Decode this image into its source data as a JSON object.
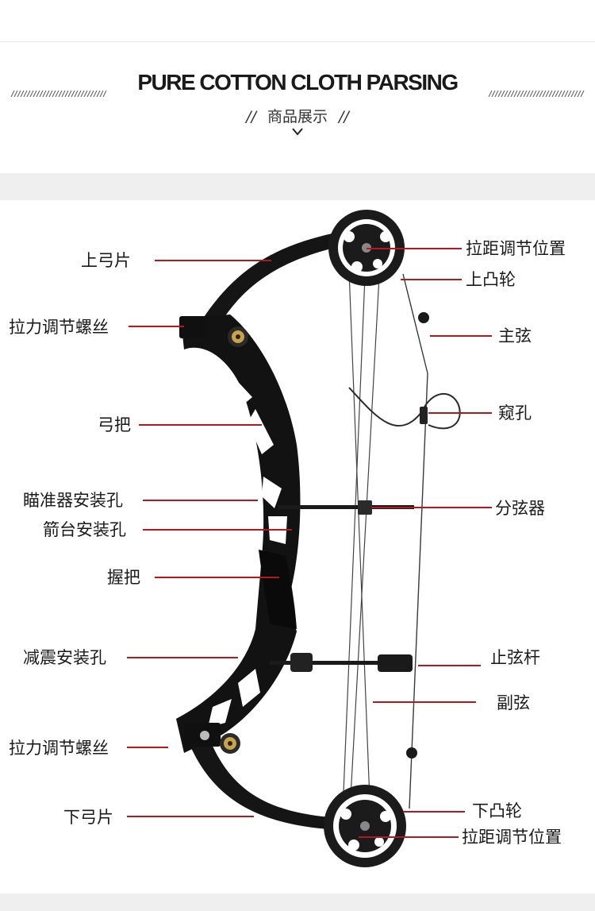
{
  "header": {
    "title": "PURE COTTON CLOTH PARSING",
    "subtitle": "商品展示",
    "divider": "//"
  },
  "colors": {
    "leader_line": "#b5191f",
    "bow_body": "#141414",
    "band": "#efefef"
  },
  "labels": {
    "upper_limb": "上弓片",
    "draw_weight_bolt_top": "拉力调节螺丝",
    "riser": "弓把",
    "sight_holes": "瞄准器安装孔",
    "rest_holes": "箭台安装孔",
    "grip": "握把",
    "stabilizer_hole": "减震安装孔",
    "draw_weight_bolt_bottom": "拉力调节螺丝",
    "lower_limb": "下弓片",
    "draw_length_top": "拉距调节位置",
    "upper_cam": "上凸轮",
    "main_string": "主弦",
    "peep": "窥孔",
    "cable_slide": "分弦器",
    "string_stop": "止弦杆",
    "cables": "副弦",
    "lower_cam": "下凸轮",
    "draw_length_bottom": "拉距调节位置"
  }
}
